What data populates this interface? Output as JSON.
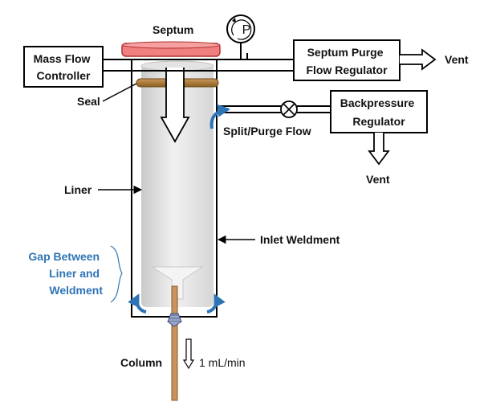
{
  "labels": {
    "septum": "Septum",
    "pressure_gauge": "P",
    "mass_flow_controller": [
      "Mass Flow",
      "Controller"
    ],
    "septum_purge_regulator": [
      "Septum Purge",
      "Flow Regulator"
    ],
    "vent_top": "Vent",
    "seal": "Seal",
    "split_purge_flow": "Split/Purge Flow",
    "backpressure_regulator": [
      "Backpressure",
      "Regulator"
    ],
    "vent_bottom": "Vent",
    "liner": "Liner",
    "inlet_weldment": "Inlet Weldment",
    "gap": [
      "Gap Between",
      "Liner and",
      "Weldment"
    ],
    "column": "Column",
    "flow_rate": "1 mL/min"
  },
  "colors": {
    "septum_fill": "#f08080",
    "septum_stroke": "#b03030",
    "seal": "#a0742a",
    "flow_arrow": "#2e74b5",
    "gap_label": "#2e74b5",
    "column": "#c8935c",
    "outline": "#000000"
  },
  "icons": {
    "pressure_gauge": "pressure-gauge-icon",
    "valve": "valve-icon",
    "ferrule": "ferrule-icon"
  }
}
